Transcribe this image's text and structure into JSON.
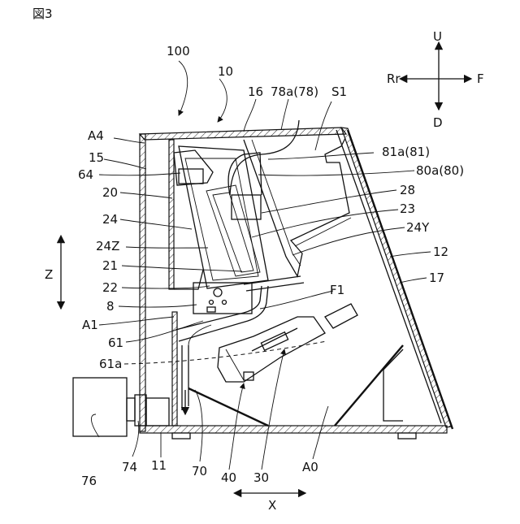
{
  "figure": {
    "label": "図3"
  },
  "directions": {
    "up": "U",
    "down": "D",
    "front": "F",
    "rear": "Rr",
    "height": "Z",
    "depth": "X"
  },
  "labels": {
    "l100": "100",
    "l10": "10",
    "l16": "16",
    "l78a": "78a(78)",
    "lS1": "S1",
    "lA4": "A4",
    "l15": "15",
    "l64": "64",
    "l20": "20",
    "l24": "24",
    "l24Z": "24Z",
    "l21": "21",
    "l22": "22",
    "l8": "8",
    "lA1": "A1",
    "l61": "61",
    "l61a": "61a",
    "l81a": "81a(81)",
    "l80a": "80a(80)",
    "l28": "28",
    "l23": "23",
    "l24Y": "24Y",
    "l12": "12",
    "l17": "17",
    "lF1": "F1",
    "l76": "76",
    "l74": "74",
    "l11": "11",
    "l70": "70",
    "l40": "40",
    "l30": "30",
    "lA0": "A0"
  }
}
